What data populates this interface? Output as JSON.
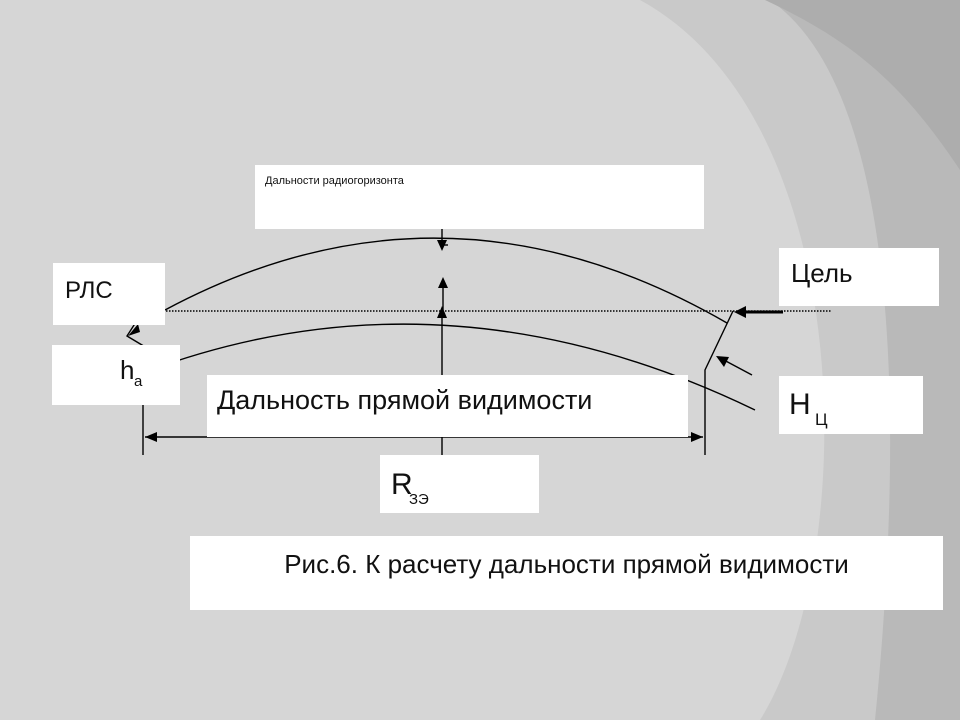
{
  "labels": {
    "horizon_range": "Дальности радиогоризонта",
    "radar": "РЛС",
    "antenna_height_main": "h",
    "antenna_height_sub": "a",
    "line_of_sight_range": "Дальность прямой видимости",
    "target": "Цель",
    "target_height_main": "H",
    "target_height_sub": "Ц",
    "earth_radius_main": "R",
    "earth_radius_sub": "ЗЭ",
    "caption": "Рис.6. К расчету дальности прямой видимости"
  },
  "colors": {
    "background": "#b9b9b9",
    "background_light": "#d6d6d6",
    "background_mid": "#c9c9c9",
    "stroke": "#000000",
    "box_fill": "#ffffff"
  }
}
